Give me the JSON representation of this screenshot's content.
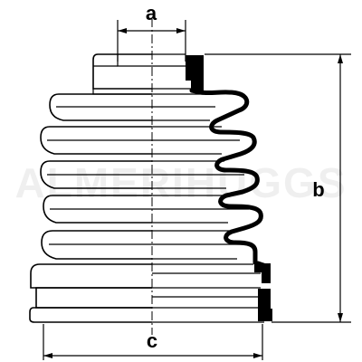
{
  "dimensions": {
    "a": "a",
    "b": "b",
    "c": "c"
  },
  "watermark": "ALMERIHUGGS"
}
